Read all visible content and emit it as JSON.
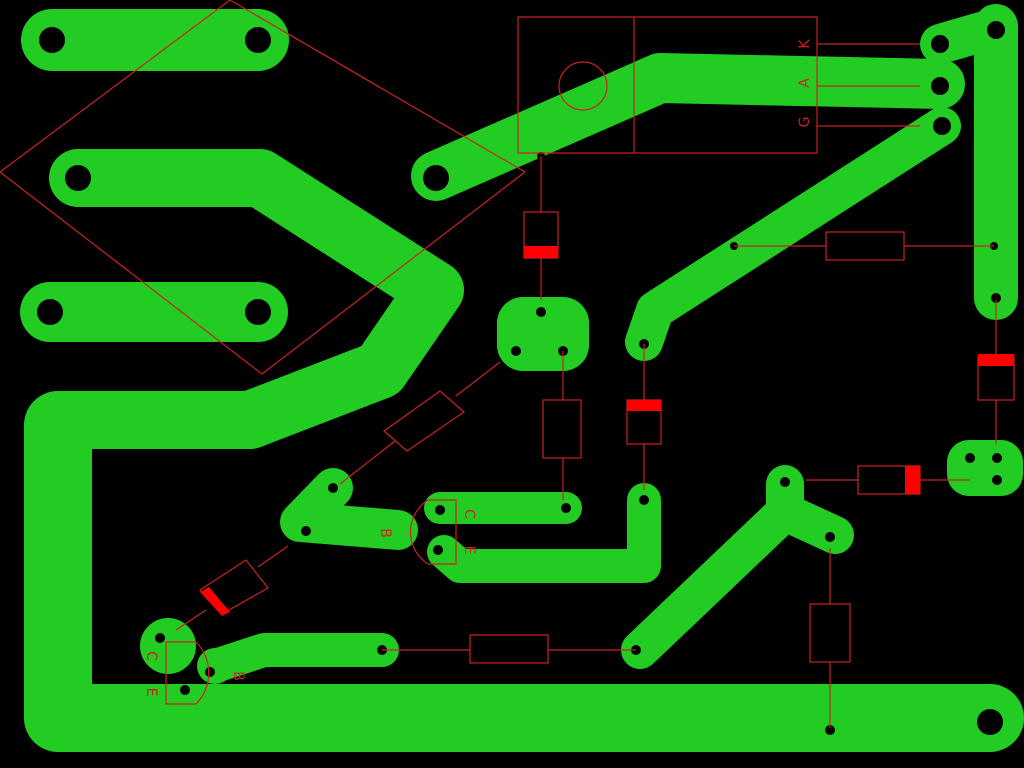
{
  "colors": {
    "background": "#000000",
    "copper": "#22cc22",
    "silkscreen": "#cc2222",
    "diode_band": "#ff0000",
    "drill": "#000000"
  },
  "thyristor": {
    "pin_k": "K",
    "pin_a": "A",
    "pin_g": "G"
  },
  "transistor_upper": {
    "pin_c": "C",
    "pin_b": "B",
    "pin_e": "E"
  },
  "transistor_lower": {
    "pin_c": "C",
    "pin_b": "B",
    "pin_e": "E"
  }
}
